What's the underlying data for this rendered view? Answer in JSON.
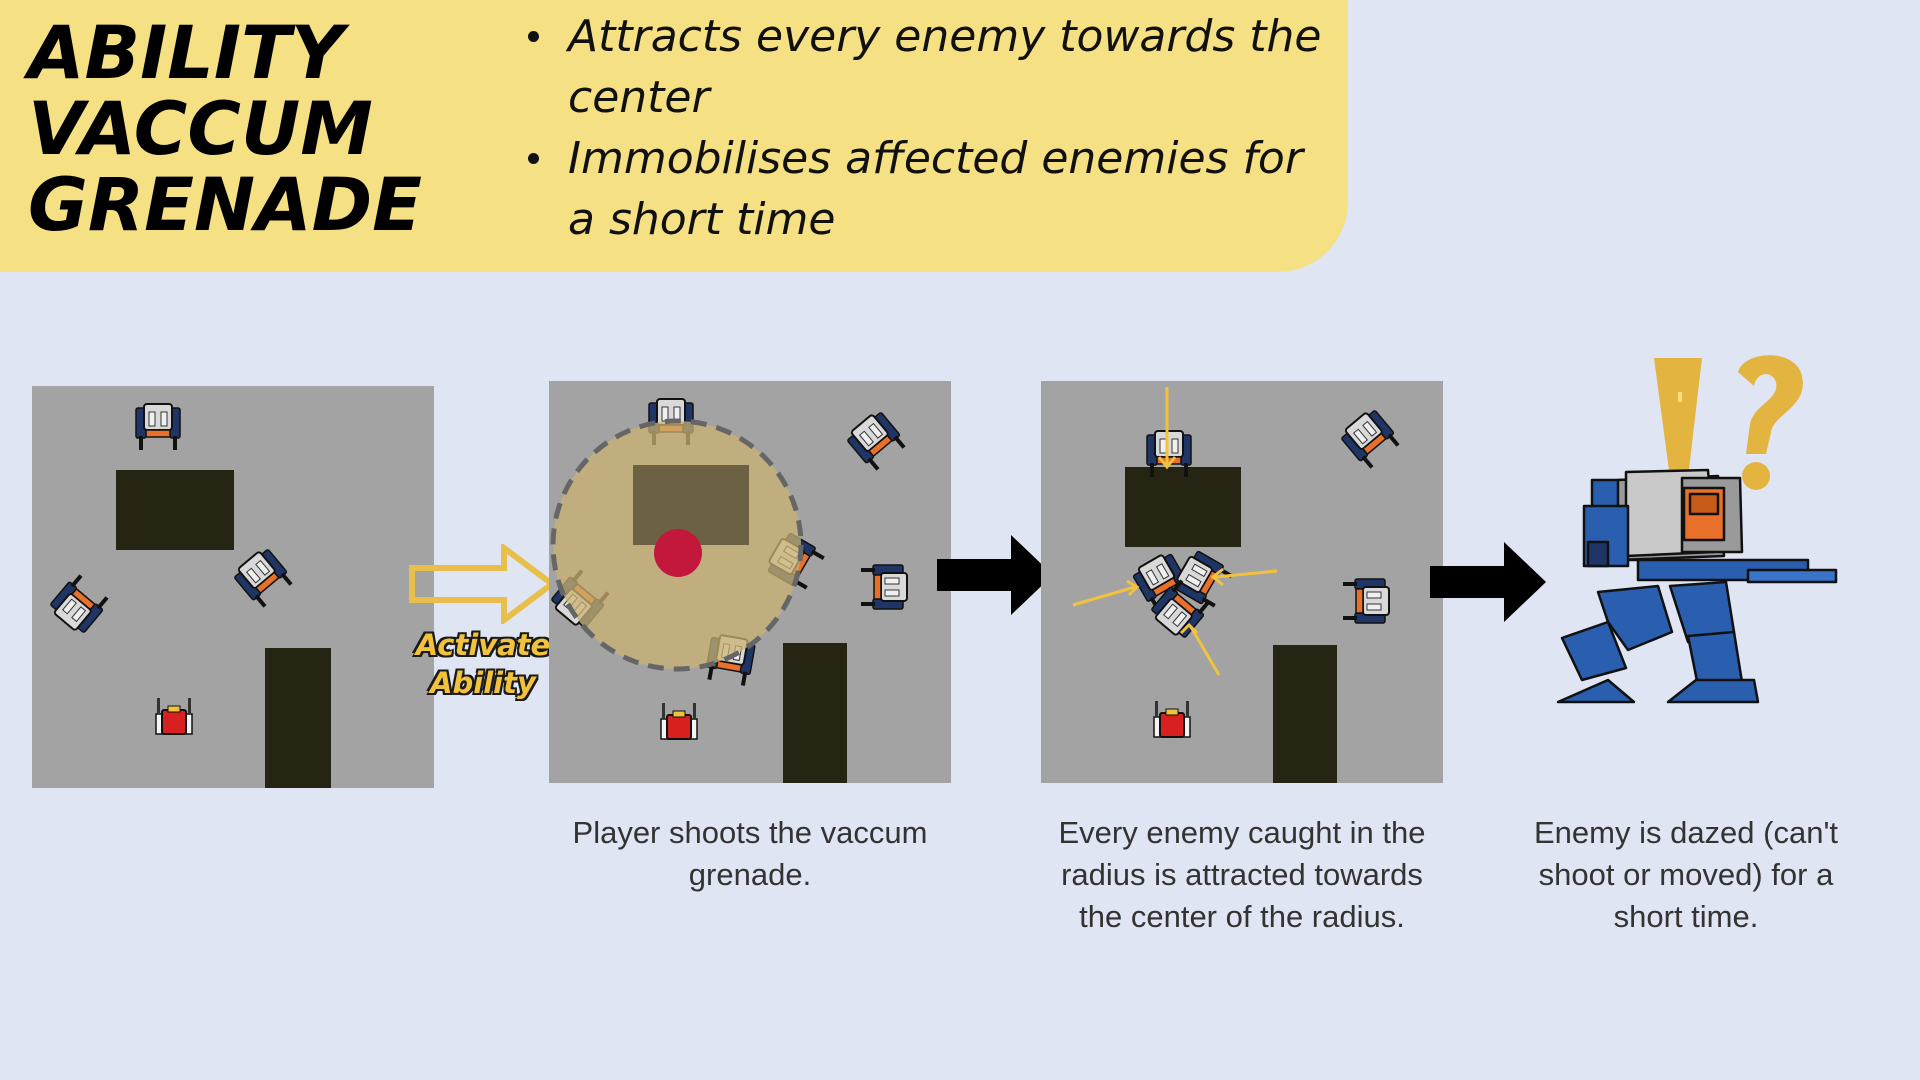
{
  "header": {
    "title_lines": [
      "ABILITY",
      "VACCUM",
      "GRENADE"
    ],
    "bullets": [
      "Attracts every enemy towards the center",
      "Immobilises affected enemies for a short time"
    ]
  },
  "activate_label": [
    "Activate",
    "Ability"
  ],
  "captions": {
    "step2": "Player shoots the vaccum grenade.",
    "step3": "Every enemy caught in the radius is attracted towards the center of the radius.",
    "step4": "Enemy is dazed (can't shoot or moved) for a short time."
  },
  "colors": {
    "background": "#dfe5f2",
    "header": "#f5e084",
    "map_floor": "#a3a3a3",
    "wall": "#262413",
    "radius": "#c9b171",
    "grenade": "#c4173c",
    "accent": "#f2c23c",
    "enemy_blue": "#2a5fb0",
    "enemy_dark": "#1f3566",
    "player_red": "#d82020"
  },
  "icons": [
    "arrow-outline-icon",
    "arrow-right-icon",
    "exclamation-icon",
    "question-icon"
  ]
}
